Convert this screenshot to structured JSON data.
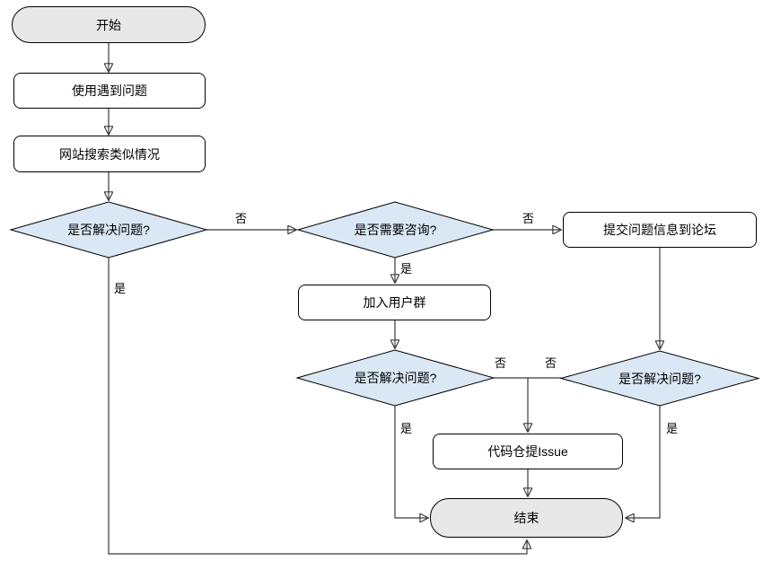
{
  "diagram": {
    "type": "flowchart",
    "colors": {
      "background": "#ffffff",
      "terminal_fill": "#e8e8e8",
      "process_fill": "#ffffff",
      "decision_fill": "#dae8f5",
      "shape_stroke": "#000000",
      "edge_stroke": "#3a3a3a",
      "text": "#000000"
    },
    "nodes": {
      "start": {
        "label": "开始",
        "type": "terminal"
      },
      "problem": {
        "label": "使用遇到问题",
        "type": "process"
      },
      "search": {
        "label": "网站搜索类似情况",
        "type": "process"
      },
      "solved1": {
        "label": "是否解决问题?",
        "type": "decision"
      },
      "consult": {
        "label": "是否需要咨询?",
        "type": "decision"
      },
      "forum": {
        "label": "提交问题信息到论坛",
        "type": "process"
      },
      "group": {
        "label": "加入用户群",
        "type": "process"
      },
      "solved2": {
        "label": "是否解决问题?",
        "type": "decision"
      },
      "solved3": {
        "label": "是否解决问题?",
        "type": "decision"
      },
      "issue": {
        "label": "代码仓提Issue",
        "type": "process"
      },
      "end": {
        "label": "结束",
        "type": "terminal"
      }
    },
    "edge_labels": {
      "solved1_no": "否",
      "solved1_yes": "是",
      "consult_no": "否",
      "consult_yes": "是",
      "solved2_no": "否",
      "solved2_yes": "是",
      "solved3_no": "否",
      "solved3_yes": "是"
    }
  }
}
